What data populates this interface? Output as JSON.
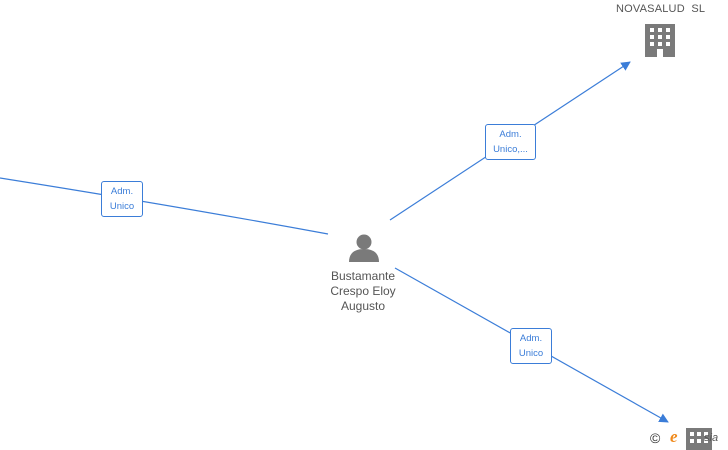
{
  "colors": {
    "edge": "#3b7dd8",
    "icon": "#7a7a7a",
    "text": "#555555",
    "brand": "#f08a1c"
  },
  "nodes": {
    "company_top": {
      "label": "NOVASALUD  SL",
      "icon": "building-icon"
    },
    "person": {
      "lines": [
        "Bustamante",
        "Crespo Eloy",
        "Augusto"
      ],
      "icon": "person-icon"
    },
    "company_bottom": {
      "icon": "building-icon"
    }
  },
  "edges": {
    "left": {
      "lines": [
        "Adm.",
        "Unico"
      ]
    },
    "top_right": {
      "lines": [
        "Adm.",
        "Unico,..."
      ]
    },
    "bottom_right": {
      "lines": [
        "Adm.",
        "Unico"
      ]
    }
  },
  "footer": {
    "copyright": "©",
    "brand_initial": "e",
    "brand_rest": "sia"
  }
}
